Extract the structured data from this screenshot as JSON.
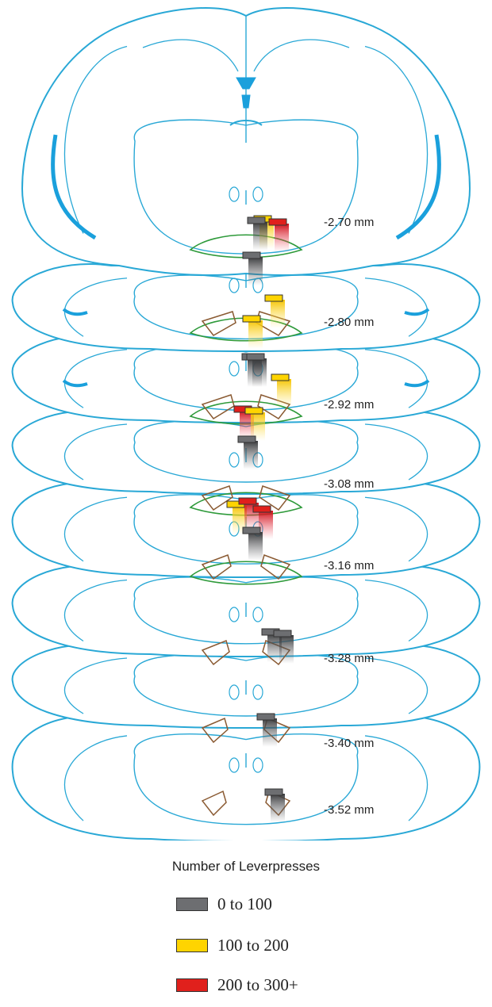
{
  "levels": [
    {
      "label": "-2.70 mm"
    },
    {
      "label": "-2.80 mm"
    },
    {
      "label": "-2.92 mm"
    },
    {
      "label": "-3.08 mm"
    },
    {
      "label": "-3.16 mm"
    },
    {
      "label": "-3.28 mm"
    },
    {
      "label": "-3.40 mm"
    },
    {
      "label": "-3.52 mm"
    }
  ],
  "placements": [
    {
      "level": "-2.70 mm",
      "category": "100 to 200"
    },
    {
      "level": "-2.70 mm",
      "category": "0 to 100"
    },
    {
      "level": "-2.70 mm",
      "category": "200 to 300+"
    },
    {
      "level": "-2.70 mm",
      "category": "0 to 100"
    },
    {
      "level": "-2.80 mm",
      "category": "100 to 200"
    },
    {
      "level": "-2.80 mm",
      "category": "100 to 200"
    },
    {
      "level": "-2.80 mm",
      "category": "0 to 100"
    },
    {
      "level": "-2.92 mm",
      "category": "0 to 100"
    },
    {
      "level": "-2.92 mm",
      "category": "100 to 200"
    },
    {
      "level": "-2.92 mm",
      "category": "200 to 300+"
    },
    {
      "level": "-2.92 mm",
      "category": "100 to 200"
    },
    {
      "level": "-2.92 mm",
      "category": "0 to 100"
    },
    {
      "level": "-3.08 mm",
      "category": "100 to 200"
    },
    {
      "level": "-3.08 mm",
      "category": "200 to 300+"
    },
    {
      "level": "-3.08 mm",
      "category": "200 to 300+"
    },
    {
      "level": "-3.08 mm",
      "category": "0 to 100"
    },
    {
      "level": "-3.28 mm",
      "category": "0 to 100"
    },
    {
      "level": "-3.28 mm",
      "category": "0 to 100"
    },
    {
      "level": "-3.40 mm",
      "category": "0 to 100"
    },
    {
      "level": "-3.52 mm",
      "category": "0 to 100"
    }
  ],
  "legend": {
    "title": "Number of Leverpresses",
    "items": [
      {
        "label": "0 to 100",
        "color": "#6d6e71"
      },
      {
        "label": "100 to 200",
        "color": "#ffd400"
      },
      {
        "label": "200 to 300+",
        "color": "#e0201c"
      }
    ]
  },
  "colors": {
    "atlas_outline": "#29a8d6",
    "atlas_fill": "#1aa0dc",
    "region_green": "#2e9a3a",
    "region_brown": "#8a5a32"
  }
}
